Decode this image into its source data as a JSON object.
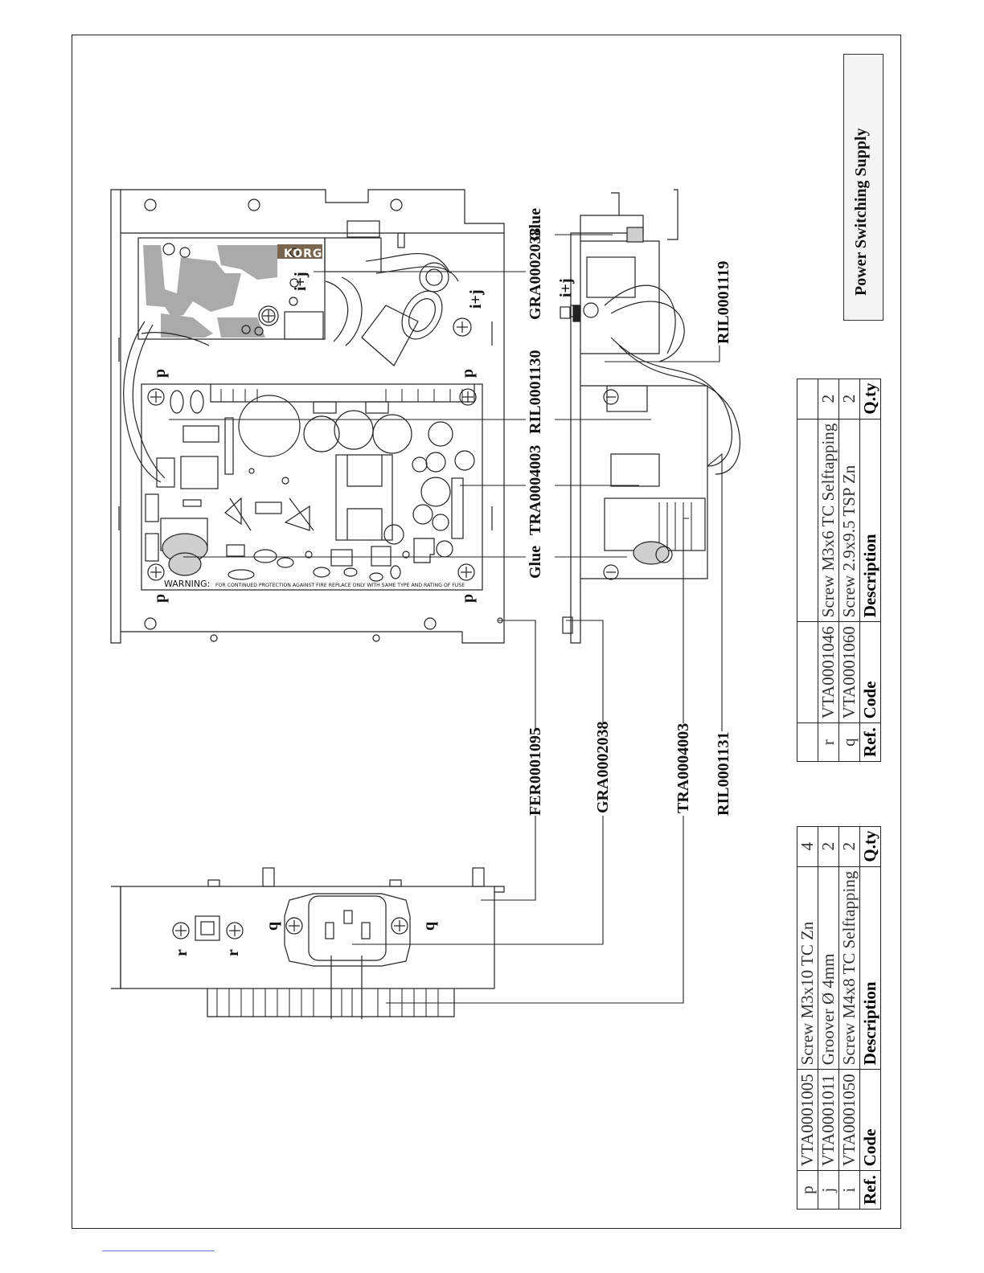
{
  "title": "Power Switching Supply",
  "brand": "KORG",
  "warning_prefix": "WARNING:",
  "warning_text": "FOR CONTINUED PROTECTION AGAINST FIRE REPLACE ONLY WITH SAME TYPE AND RATING OF FUSE",
  "markers": {
    "p": "p",
    "q": "q",
    "r": "r",
    "ij": "i+j"
  },
  "callouts": {
    "fer": "FER0001095",
    "gra_top": "GRA0002038",
    "gra_left": "GRA0002038",
    "tra_top": "TRA0004003",
    "tra_left": "TRA0004003",
    "ril1130": "RIL0001130",
    "ril1119": "RIL0001119",
    "ril1131": "RIL0001131",
    "glue_top": "Glue",
    "glue_mid": "Glue"
  },
  "table_left": {
    "header": {
      "ref": "Ref.",
      "code": "Code",
      "description": "Description",
      "qty": "Q.ty"
    },
    "rows": [
      {
        "ref": "p",
        "code": "VTA0001005",
        "description": "Screw M3x10 TC Zn",
        "qty": "4"
      },
      {
        "ref": "j",
        "code": "VTA0001011",
        "description": "Groover Ø 4mm",
        "qty": "2"
      },
      {
        "ref": "i",
        "code": "VTA0001050",
        "description": "Screw M4x8 TC Selftapping",
        "qty": "2"
      }
    ]
  },
  "table_right": {
    "header": {
      "ref": "Ref.",
      "code": "Code",
      "description": "Description",
      "qty": "Q.ty"
    },
    "rows": [
      {
        "ref": "",
        "code": "",
        "description": "",
        "qty": ""
      },
      {
        "ref": "r",
        "code": "VTA0001046",
        "description": "Screw M3x6 TC Selftapping",
        "qty": "2"
      },
      {
        "ref": "q",
        "code": "VTA0001060",
        "description": "Screw 2.9x9.5 TSP Zn",
        "qty": "2"
      }
    ]
  }
}
